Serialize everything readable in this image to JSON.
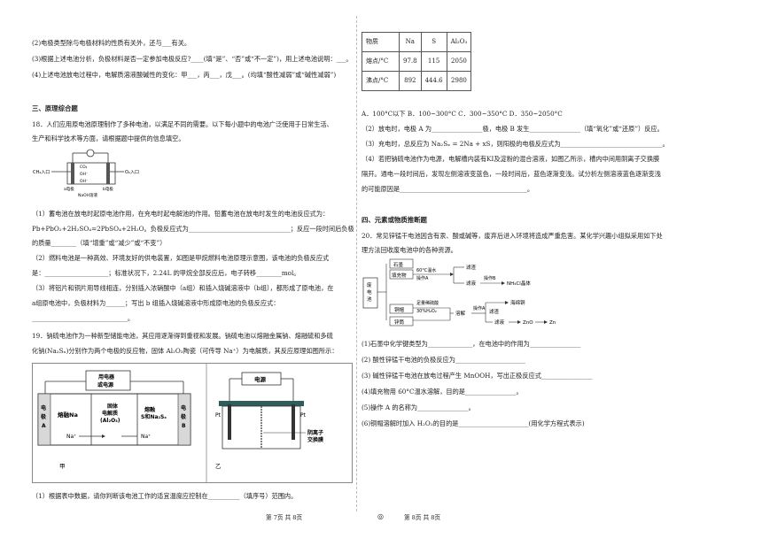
{
  "left": {
    "q_pre": [
      "(2)电极类型除与电极材料的性质有关外，还与___有关。",
      "(3)根据上述电池分析，负极材料是否一定参加电极反应?____(填“是”、“否”或“不一定”)，用上述电池说明：___。",
      "(4)上述电池放电过程中，电解质溶液酸碱性的变化：甲___，丙___，戊___。(均填“酸性减弱”或“碱性减弱”)"
    ],
    "sec3": "三、原理综合题",
    "q18": [
      "18．人们应用原电池原理制作了多种电池，以满足不同的需要。以下每小题中的电池广泛使用于日常生活、",
      "生产和科学技术等方面，请根据题中提供的信息填空。"
    ],
    "fig18": {
      "left_label": "CH₄入口",
      "right_label": "O₂入口",
      "a_label": "a电极",
      "b_label": "b电极",
      "electrolyte": "NaOH溶液",
      "chem_top": "CO₂",
      "chem_mid": "OH⁻",
      "chem_bot": "OH⁻"
    },
    "q18_body": [
      "（1）蓄电池在放电时起原电池作用，在充电时起电解池的作用。铅蓄电池在放电时发生的电池反应式为：",
      "Pb+PbO₂+2H₂SO₄=2PbSO₄+2H₂O。负极反应式为________________________________；反应一段时间后负极",
      "的质量________（填“增重”或“减少”或“不变”）",
      "（2）燃料电池是一种高效、环境友好的供电装置，如图是甲烷燃料电池原理示意图，该电池的负极反应式",
      "是：____________________；标准状况下，2.24L 的甲烷全部反应后，电子转移________mol。",
      "（3）将铝片和铜片用导线相连，分别插入浓硝酸中（a组）和插入烧碱溶液中（b组），都形成了原电池，在",
      "a组原电池中，负极材料为______；写出 b 组插入烧碱溶液中形成原电池的负极反应式：",
      "______________________________。"
    ],
    "q19": [
      "19．钠硫电池作为一种新型储能电池，其应用逐渐得到重视和发展。钠硫电池以熔融金属钠、熔融硫和多硫",
      "化钠(Na₂Sₓ)分别作为两个电极的反应物，固体 Al₂O₃陶瓷（可传导 Na⁺）为电解质，其反应原理如图所示："
    ],
    "fig19": {
      "device": "用电器\n或电源",
      "electrode_a": "电\n极\nA",
      "electrode_b": "电\n极\nB",
      "molten_na": "熔融Na",
      "solid_electrolyte": "固体\n电解质\n(Al₂O₃)",
      "molten_s": "熔融\nS和Na₂Sₓ",
      "na_ion_left": "Na⁺",
      "na_ion_right": "Na⁺",
      "jia": "甲",
      "power": "电源",
      "pt_left": "Pt",
      "pt_right": "Pt",
      "membrane": "阴离子\n交换膜",
      "yi": "乙"
    },
    "q19_body": [
      "（1）根据表中数据，请你判断该电池工作的适宜温度应控制在__________（填序号）范围内。"
    ],
    "footer": "第 7页  共 8页"
  },
  "right": {
    "table": {
      "headers": [
        "物质",
        "Na",
        "S",
        "Al₂O₃"
      ],
      "rows": [
        [
          "熔点/°C",
          "97.8",
          "115",
          "2050"
        ],
        [
          "沸点/°C",
          "892",
          "444.6",
          "2980"
        ]
      ]
    },
    "lines": [
      "A．100°C以下   B．100~300°C   C．300~350°C   D．350~2050°C",
      "（2）放电时，电极 A 为________________极，电极 B 发生________________（填“氧化”或“还原”）反应。",
      "（3）充电时，总反应为 Na₂Sₓ = 2Na + xS，则阳极的电极反应式为________________________________。",
      "（4）若把钠硫电池作为电源，电解槽内装有KI及淀粉的混合溶液，如图乙所示，槽内中间用阴离子交换膜",
      "隔开。通电一段时间后，发现左侧溶液变蓝色，一段时间后，蓝色逐渐变浅。试分析左侧溶液蓝色逐渐变浅",
      "的可能原因是________________________________________。"
    ],
    "sec4": "四、元素或物质推断题",
    "q20": [
      "20．常见锌锰干电池因含有汞、酸或碱等，废弃后进入环境将造成严重危害。某化学兴趣小组拟采用如下处",
      "理方法回收废电池中的各种资源。"
    ],
    "flow": {
      "start": "废\n电\n池",
      "b1": "石墨",
      "b2": "填充物",
      "b3": "铜帽",
      "b4": "锌筒",
      "s1": "60°C温水",
      "s2": "溶解",
      "s3": "操作A",
      "p1": "滤渣",
      "p2": "滤液",
      "s4": "操作B",
      "p3": "NH₄Cl晶体",
      "p4": "海绵铜",
      "s5": "足量稀硫酸",
      "s6": "30%H₂O₂",
      "s7": "溶解",
      "s8": "操作A",
      "p5": "滤渣",
      "p6": "滤液",
      "p7": "ZnO",
      "p8": "Zn"
    },
    "q20_body": [
      "(1)石墨中化学键类型为______________，在电池中的作用为________________",
      "(2) 酸性锌锰干电池的负极反应为______________________",
      "(3) 碱性锌锰干电池在放电过程产生 MnOOH，写出正极反应式________________",
      "(4)填充物用 60°C温水溶解，目的是________________。",
      "(5)操作 A 的名称为________________。",
      "(6)铜帽溶解时加入 H₂O₂的目的是______________________(用化学方程式表示)"
    ],
    "footer": "第 8页  共 8页"
  },
  "center_mark": "◎"
}
